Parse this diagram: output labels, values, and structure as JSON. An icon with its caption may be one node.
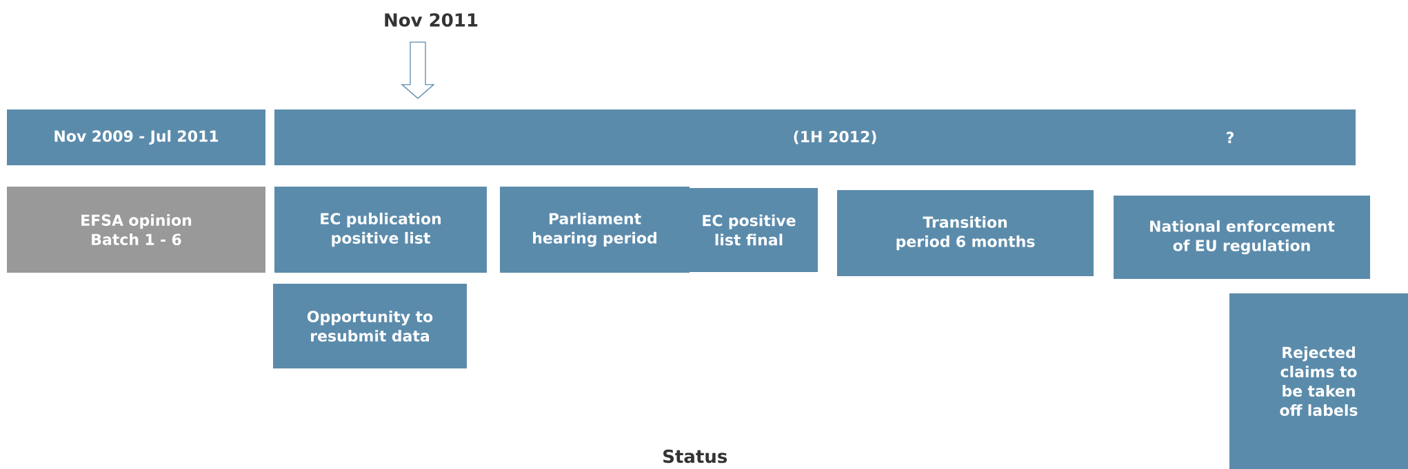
{
  "diagram": {
    "nodes": [
      {
        "text": [
          "Nov 2011"
        ]
      },
      {
        "text": [
          "Nov 2009 - Jul 2011"
        ]
      },
      {
        "text": [
          "(1H 2012)",
          "?"
        ]
      },
      {
        "text": [
          "EFSA opinion Batch 1 - 6"
        ]
      },
      {
        "text": [
          "EC publication positive list"
        ]
      },
      {
        "text": [
          "Opportunity to resubmit data"
        ]
      },
      {
        "text": [
          "Parliament hearing period"
        ]
      },
      {
        "text": [
          "EC positive list final"
        ]
      },
      {
        "text": [
          "Transition period 6 months"
        ]
      },
      {
        "text": [
          "National enforcement of EU regulation"
        ]
      },
      {
        "text": [
          "Rejected claims to be taken off labels"
        ]
      }
    ],
    "edges": [
      {
        "from": 0,
        "to": 2,
        "arrow": "to"
      }
    ],
    "labels": [
      "Status"
    ]
  }
}
